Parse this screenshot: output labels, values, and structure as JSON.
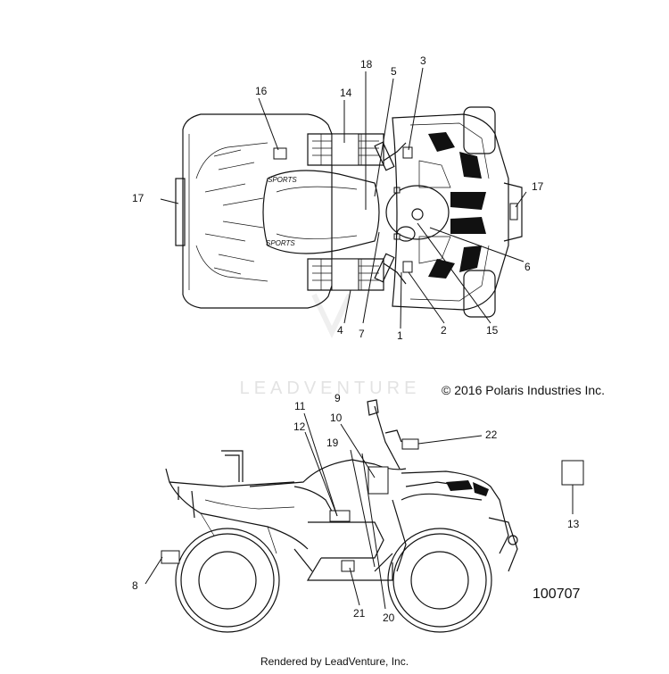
{
  "watermark": "LEADVENTURE",
  "copyright": "© 2016 Polaris Industries Inc.",
  "footer": "Rendered by LeadVenture, Inc.",
  "diagram_id": "100707",
  "callouts": {
    "c1": "1",
    "c2": "2",
    "c3": "3",
    "c4": "4",
    "c5": "5",
    "c6": "6",
    "c7": "7",
    "c8": "8",
    "c9": "9",
    "c10": "10",
    "c11": "11",
    "c12": "12",
    "c13": "13",
    "c14": "14",
    "c15": "15",
    "c16": "16",
    "c17a": "17",
    "c17b": "17",
    "c18": "18",
    "c19": "19",
    "c20": "20",
    "c21": "21",
    "c22": "22"
  }
}
